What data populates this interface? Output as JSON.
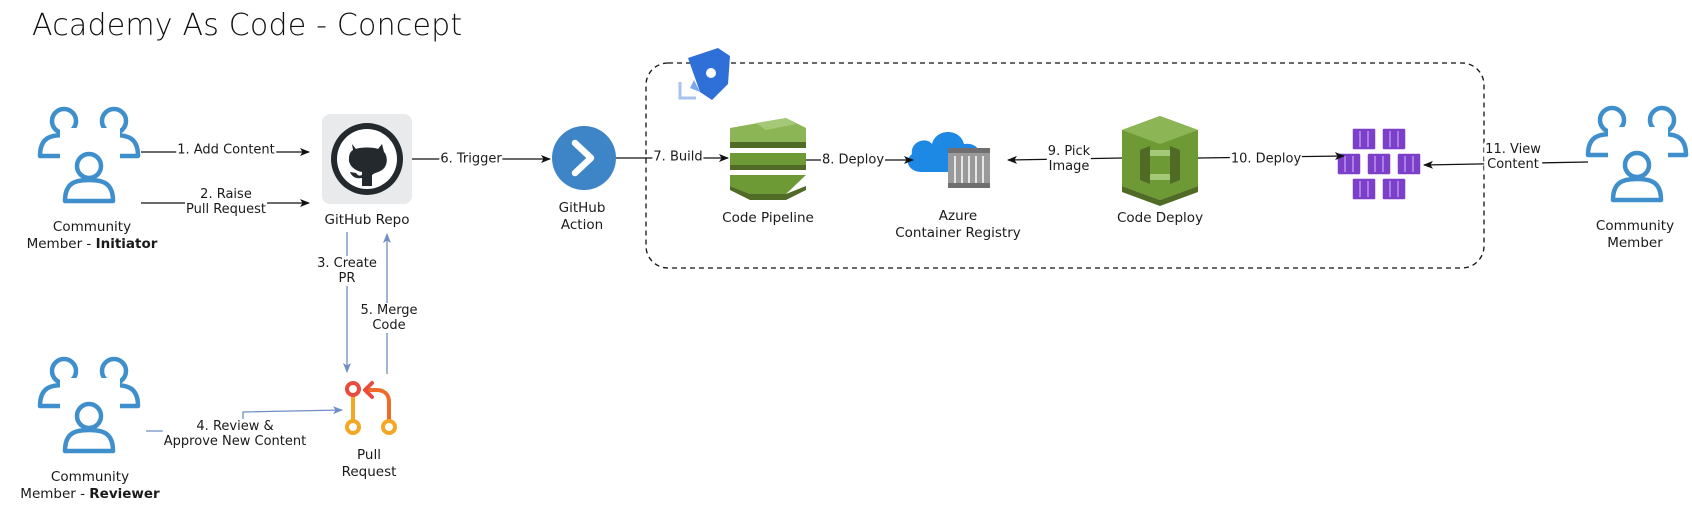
{
  "title": "Academy As Code - Concept",
  "nodes": {
    "initiator": {
      "line1": "Community",
      "line2_prefix": "Member - ",
      "line2_bold": "Initiator"
    },
    "reviewer": {
      "line1": "Community",
      "line2_prefix": "Member - ",
      "line2_bold": "Reviewer"
    },
    "viewer": {
      "line1": "Community",
      "line2": "Member"
    },
    "github_repo": {
      "label": "GitHub Repo"
    },
    "pull_request": {
      "line1": "Pull",
      "line2": "Request"
    },
    "github_action": {
      "line1": "GitHub",
      "line2": "Action"
    },
    "code_pipeline": {
      "label": "Code Pipeline"
    },
    "container_registry": {
      "line1": "Azure",
      "line2": "Container Registry"
    },
    "code_deploy": {
      "label": "Code Deploy"
    }
  },
  "edges": {
    "e1": {
      "line1": "1. Add Content"
    },
    "e2": {
      "line1": "2. Raise",
      "line2": "Pull Request"
    },
    "e3": {
      "line1": "3. Create",
      "line2": "PR"
    },
    "e4": {
      "line1": "4. Review &",
      "line2": "Approve New Content"
    },
    "e5": {
      "line1": "5. Merge",
      "line2": "Code"
    },
    "e6": {
      "line1": "6. Trigger"
    },
    "e7": {
      "line1": "7. Build"
    },
    "e8": {
      "line1": "8. Deploy"
    },
    "e9": {
      "line1": "9. Pick",
      "line2": "Image"
    },
    "e10": {
      "line1": "10. Deploy"
    },
    "e11": {
      "line1": "11. View",
      "line2": "Content"
    }
  },
  "colors": {
    "user_icon": "#3f8fcc",
    "github_bg": "#e9eaeb",
    "github_dark": "#24292e",
    "action_blue": "#3d85c6",
    "aws_green_dark": "#4f6b26",
    "aws_green": "#6d9a34",
    "aws_green_light": "#8cb555",
    "azure_blue": "#1e88e5",
    "kube_purple": "#7b3fc9",
    "pr_orange": "#f06a2a",
    "pr_red": "#e84c3d",
    "pr_yellow": "#f5a623",
    "blue_arrow": "#6d8fc4",
    "devops_blue": "#2e6fd8"
  },
  "icons": [
    "users-icon",
    "github-icon",
    "github-action-icon",
    "code-pipeline-icon",
    "azure-container-registry-icon",
    "code-deploy-icon",
    "kubernetes-pods-icon",
    "pull-request-icon",
    "azure-devops-pipelines-icon"
  ]
}
